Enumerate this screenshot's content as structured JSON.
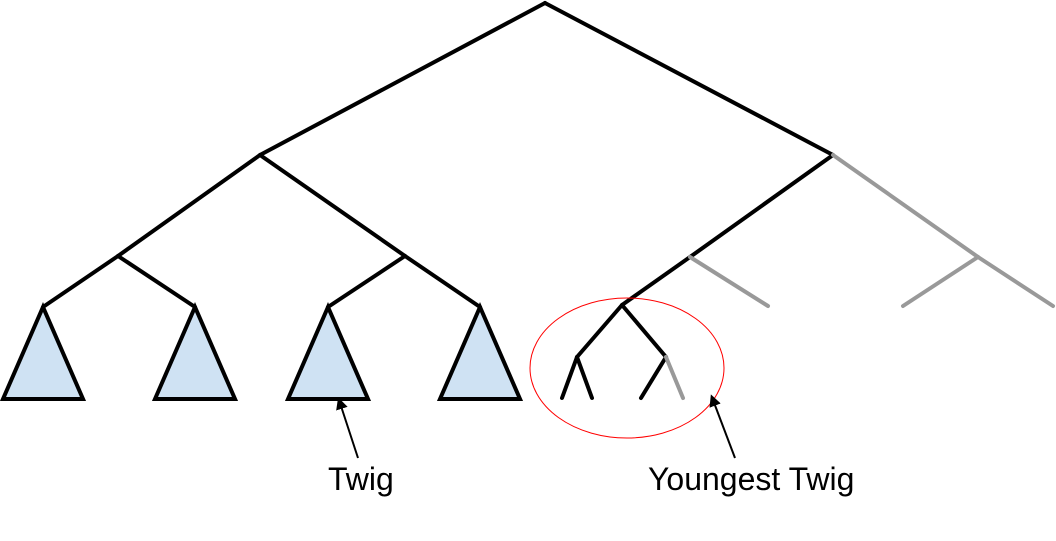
{
  "labels": {
    "twig": "Twig",
    "youngest_twig": "Youngest Twig"
  },
  "colors": {
    "edge": "#000000",
    "inactive_edge": "#999999",
    "subtree_fill": "#cfe2f3",
    "highlight_circle": "#ff0000"
  },
  "icons": {
    "subtree": "triangle",
    "pointer": "arrow"
  }
}
